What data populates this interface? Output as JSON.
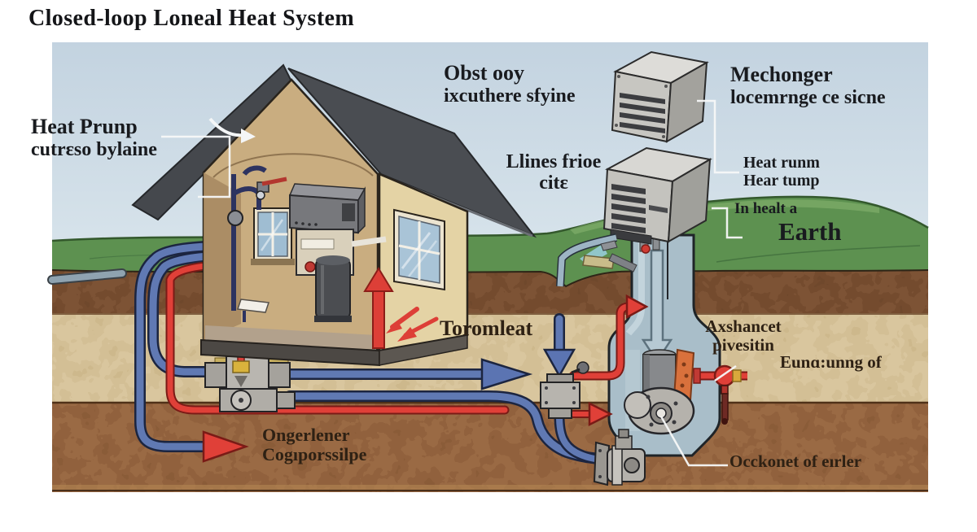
{
  "title": "Closed-loop Loneal Heat System",
  "labels": {
    "heat_pump_callout": {
      "line1": "Heat Prunp",
      "line2": "cutrɛso bylaine"
    },
    "top_center_callout": {
      "line1": "Obst ooy",
      "line2": "ixcuthere sfyine"
    },
    "top_right_callout": {
      "line1": "Mechonger",
      "line2": "locemrnge ce sicne"
    },
    "lines_callout": {
      "line1": "Llines frioe",
      "line2": "citɛ"
    },
    "heat_unit_callout": {
      "line1": "Heat runm",
      "line2": "Hear tump"
    },
    "ground_callout": "In healt a",
    "earth_label": "Earth",
    "basement_callout": "Toromleat",
    "valve_callout": {
      "line1": "Axshancet",
      "line2": "pivesitin"
    },
    "soil_note": "Eunɑ:unng of",
    "loop_callout": {
      "line1": "Ongerlener",
      "line2": "Cogıporssilpe"
    },
    "pump_callout": "Occkonet of eırler"
  },
  "colors": {
    "sky": "#c9d8e4",
    "grass": "#5d9150",
    "topsoil": "#7d5335",
    "subsoil_tan": "#d9c69e",
    "deep_soil": "#9a6a44",
    "pipe_cold": "#6079b3",
    "pipe_warm": "#e04038",
    "roof": "#4a4d52",
    "wall": "#e4d3a5",
    "unit_gray": "#c7c6c1",
    "borehole": "#a9bec9",
    "text": "#191b1f"
  }
}
